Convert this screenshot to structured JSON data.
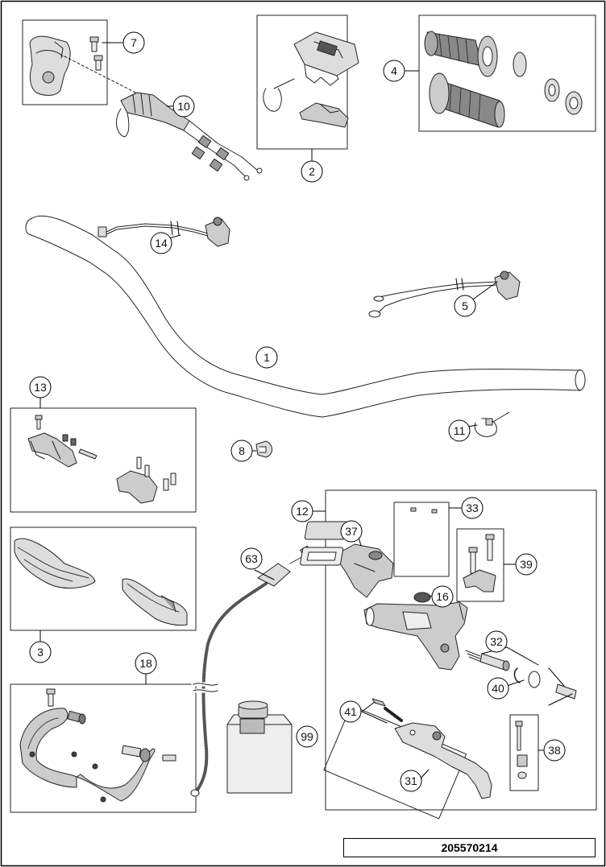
{
  "diagram_number": "205570214",
  "callouts": [
    "1",
    "2",
    "3",
    "4",
    "5",
    "7",
    "8",
    "10",
    "11",
    "12",
    "13",
    "14",
    "16",
    "18",
    "31",
    "32",
    "33",
    "37",
    "38",
    "39",
    "40",
    "41",
    "63",
    "99"
  ]
}
